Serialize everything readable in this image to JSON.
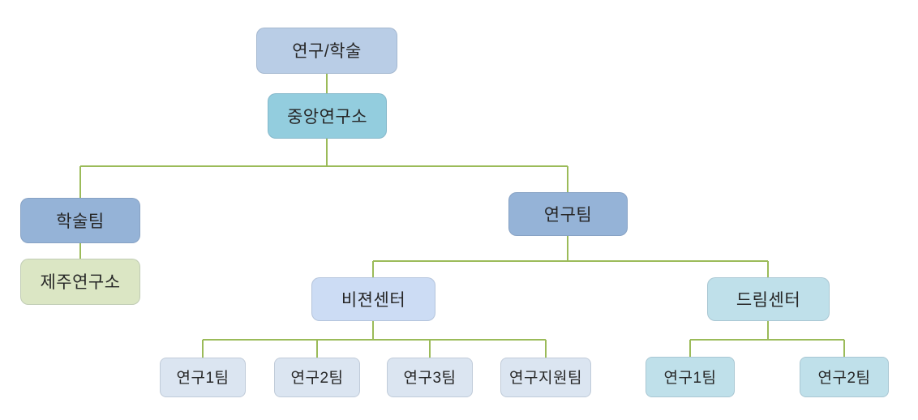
{
  "diagram": {
    "type": "org-chart",
    "background_color": "#FFFFFF",
    "connector_color": "#9BBB59",
    "text_color": "#262626",
    "nodes": [
      {
        "id": "research-academic",
        "label": "연구/학술",
        "parent": null,
        "color": "#B9CDE6"
      },
      {
        "id": "central-lab",
        "label": "중앙연구소",
        "parent": "research-academic",
        "color": "#93CDDE"
      },
      {
        "id": "academic-team",
        "label": "학술팀",
        "parent": "central-lab",
        "color": "#95B3D7"
      },
      {
        "id": "research-team",
        "label": "연구팀",
        "parent": "central-lab",
        "color": "#95B3D7"
      },
      {
        "id": "jeju-lab",
        "label": "제주연구소",
        "parent": "academic-team",
        "color": "#DBE6C4"
      },
      {
        "id": "vision-center",
        "label": "비젼센터",
        "parent": "research-team",
        "color": "#CCDCF4"
      },
      {
        "id": "dream-center",
        "label": "드림센터",
        "parent": "research-team",
        "color": "#BFE0EA"
      },
      {
        "id": "vision-team-1",
        "label": "연구1팀",
        "parent": "vision-center",
        "color": "#DBE5F1"
      },
      {
        "id": "vision-team-2",
        "label": "연구2팀",
        "parent": "vision-center",
        "color": "#DBE5F1"
      },
      {
        "id": "vision-team-3",
        "label": "연구3팀",
        "parent": "vision-center",
        "color": "#DBE5F1"
      },
      {
        "id": "vision-support-team",
        "label": "연구지원팀",
        "parent": "vision-center",
        "color": "#DBE5F1"
      },
      {
        "id": "dream-team-1",
        "label": "연구1팀",
        "parent": "dream-center",
        "color": "#BFE0EA"
      },
      {
        "id": "dream-team-2",
        "label": "연구2팀",
        "parent": "dream-center",
        "color": "#BFE0EA"
      }
    ]
  }
}
